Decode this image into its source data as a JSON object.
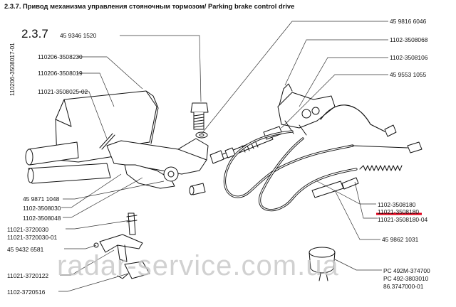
{
  "header": {
    "title": "2.3.7. Привод механизма управления стояночным тормозом/ Parking brake control drive",
    "section": "2.3.7"
  },
  "labels_left": [
    "45 9346 1520",
    "110206-3508230",
    "110206-3508019",
    "11021-3508025-02",
    "45 9871 1048",
    "1102-3508030",
    "1102-3508048",
    "11021-3720030",
    "11021-3720030-01",
    "45 9432 6581",
    "11021-3720122",
    "1102-3720516"
  ],
  "label_vertical": "110206-3508017-01",
  "labels_right": [
    "45 9816 6046",
    "1102-3508068",
    "1102-3508106",
    "45 9553 1055",
    "1102-3508180",
    "11021-3508180",
    "11021-3508180-04",
    "45 9862 1031",
    "PC 492M-374700",
    "PC 492-3803010",
    "86.3747000-01"
  ],
  "highlight_color": "#e0001a",
  "watermark": "radar-service.com.ua"
}
